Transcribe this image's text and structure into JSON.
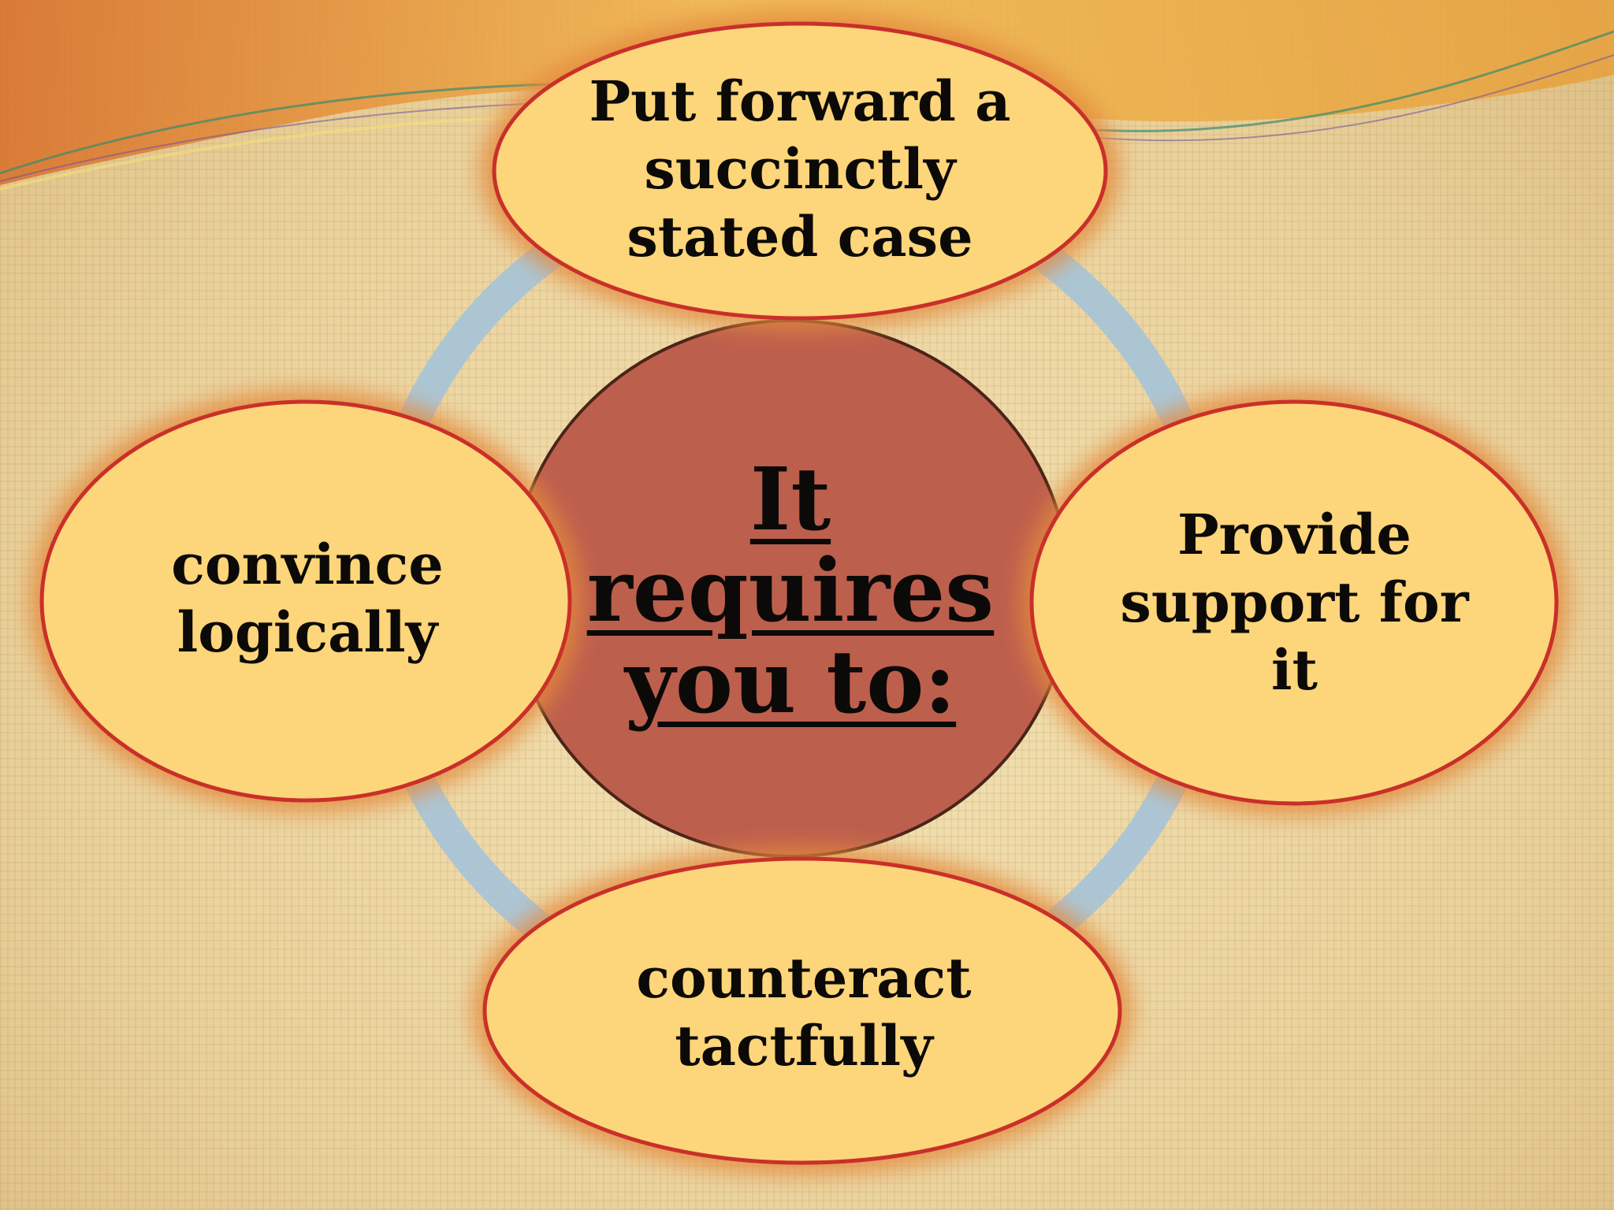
{
  "diagram": {
    "center": {
      "label": "It\nrequires\nyou to:"
    },
    "nodes": [
      {
        "id": "top",
        "label": "Put forward a\nsuccinctly\nstated case"
      },
      {
        "id": "right",
        "label": "Provide\nsupport for\nit"
      },
      {
        "id": "bottom",
        "label": "counteract\ntactfully"
      },
      {
        "id": "left",
        "label": "convince\nlogically"
      }
    ]
  },
  "colors": {
    "background": "#ecd6a2",
    "center_fill": "#bd5f4d",
    "node_fill": "#fdd57a",
    "node_stroke": "#c9302a",
    "ring": "#a9c4d6",
    "banner": "#e9a23f"
  }
}
